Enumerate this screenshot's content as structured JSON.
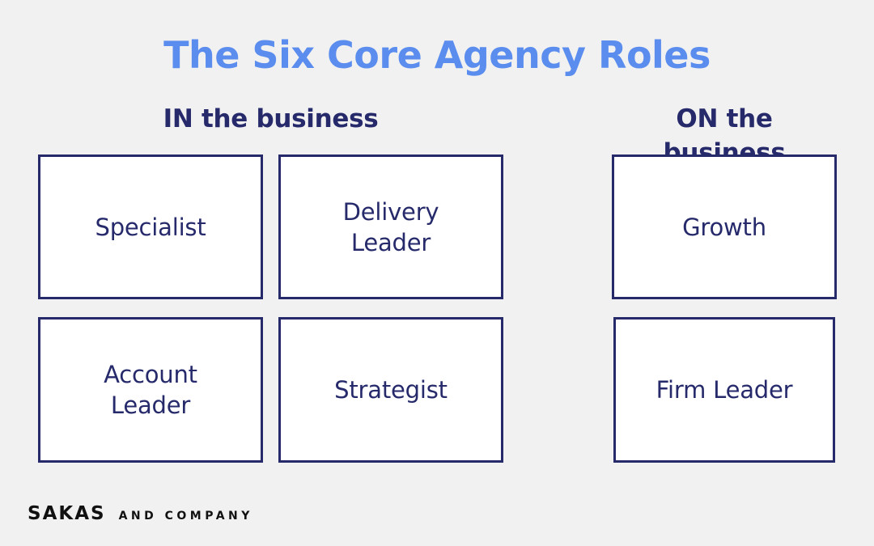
{
  "title": "The Six Core Agency Roles",
  "columns": {
    "in": {
      "heading": "IN the business",
      "roles": [
        "Specialist",
        "Delivery\nLeader",
        "Account\nLeader",
        "Strategist"
      ]
    },
    "on": {
      "heading": "ON the business",
      "roles": [
        "Growth",
        "Firm Leader"
      ]
    }
  },
  "logo": {
    "brand": "SAKAS",
    "rest": "AND COMPANY"
  },
  "colors": {
    "title": "#5b8def",
    "text": "#262a6b",
    "background": "#f1f1f1",
    "box_fill": "#ffffff"
  }
}
